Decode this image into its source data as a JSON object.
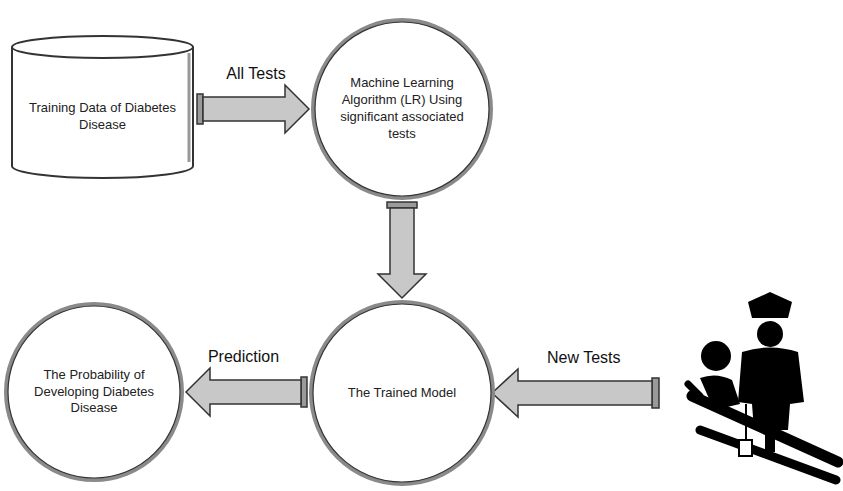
{
  "diagram": {
    "nodes": [
      {
        "text": [
          "Training Data of Diabetes Disease"
        ]
      },
      {
        "text": [
          "Machine Learning Algorithm (LR) Using significant associated tests"
        ]
      },
      {
        "text": [
          "The Trained Model"
        ]
      },
      {
        "text": [
          "The Probability of Developing Diabetes Disease"
        ]
      }
    ],
    "edges": [
      {
        "from": 0,
        "to": 1,
        "arrow": "to",
        "label": "All Tests"
      },
      {
        "from": 1,
        "to": 2,
        "arrow": "to"
      },
      {
        "from": 2,
        "to": 3,
        "arrow": "to",
        "label": "Prediction"
      }
    ],
    "labels": [
      "New Tests"
    ]
  }
}
